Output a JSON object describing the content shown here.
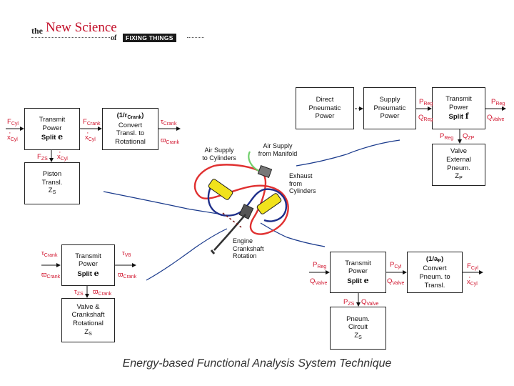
{
  "logo": {
    "the": "the",
    "new_science": "New Science",
    "of": "of",
    "fixing": "FIXING THINGS"
  },
  "caption": "Energy-based Functional Analysis System Technique",
  "boxes": {
    "tp1": {
      "l1": "Transmit",
      "l2": "Power",
      "l3": "Split",
      "sym": "e"
    },
    "conv1": {
      "l1": "(1/r",
      "l1sub": "Crank",
      "l1end": ")",
      "l2": "Convert",
      "l3": "Transl. to",
      "l4": "Rotational"
    },
    "piston": {
      "l1": "Piston",
      "l2": "Transl.",
      "l3": "Z",
      "l3sub": "S"
    },
    "direct": {
      "l1": "Direct",
      "l2": "Pneumatic",
      "l3": "Power"
    },
    "supply": {
      "l1": "Supply",
      "l2": "Pneumatic",
      "l3": "Power"
    },
    "tp2": {
      "l1": "Transmit",
      "l2": "Power",
      "l3": "Split",
      "sym": "f"
    },
    "valve": {
      "l1": "Valve",
      "l2": "External",
      "l3": "Pneum.",
      "l4": "Z",
      "l4sub": "P"
    },
    "tp3": {
      "l1": "Transmit",
      "l2": "Power",
      "l3": "Split",
      "sym": "e"
    },
    "valvecrank": {
      "l1": "Valve &",
      "l2": "Crankshaft",
      "l3": "Rotational",
      "l4": "Z",
      "l4sub": "S"
    },
    "tp4": {
      "l1": "Transmit",
      "l2": "Power",
      "l3": "Split",
      "sym": "e"
    },
    "conv2": {
      "l1": "(1/a",
      "l1sub": "P",
      "l1end": ")",
      "l2": "Convert",
      "l3": "Pneum. to",
      "l4": "Transl."
    },
    "pneucirc": {
      "l1": "Pneum.",
      "l2": "Circuit",
      "l3": "Z",
      "l3sub": "S"
    }
  },
  "vars": {
    "f_cyl": {
      "b": "F",
      "s": "Cyl"
    },
    "xd_cyl": {
      "b": "x",
      "s": "Cyl"
    },
    "f_crank": {
      "b": "F",
      "s": "Crank"
    },
    "xd_cyl2": {
      "b": "x",
      "s": "Cyl"
    },
    "tau_crank": {
      "b": "τ",
      "s": "Crank"
    },
    "w_crank": {
      "b": "ϖ",
      "s": "Crank"
    },
    "f_zs": {
      "b": "F",
      "s": "ZS"
    },
    "xd_cyl3": {
      "b": "x",
      "s": "Cyl"
    },
    "p_reg": {
      "b": "P",
      "s": "Reg"
    },
    "q_reg": {
      "b": "Q",
      "s": "Reg"
    },
    "p_reg2": {
      "b": "P",
      "s": "Reg"
    },
    "q_valve": {
      "b": "Q",
      "s": "Valve"
    },
    "p_reg3": {
      "b": "P",
      "s": "Reg"
    },
    "q_zp": {
      "b": "Q",
      "s": "ZP"
    },
    "tau_crank2": {
      "b": "τ",
      "s": "Crank"
    },
    "w_crank2": {
      "b": "ϖ",
      "s": "Crank"
    },
    "tau_v8": {
      "b": "τ",
      "s": "V8"
    },
    "w_crank3": {
      "b": "ϖ",
      "s": "Crank"
    },
    "tau_zs": {
      "b": "τ",
      "s": "ZS"
    },
    "w_crank4": {
      "b": "ϖ",
      "s": "Crank"
    },
    "p_reg4": {
      "b": "P",
      "s": "Reg"
    },
    "q_valve2": {
      "b": "Q",
      "s": "Valve"
    },
    "p_cyl": {
      "b": "P",
      "s": "Cyl"
    },
    "q_valve3": {
      "b": "Q",
      "s": "Valve"
    },
    "f_cyl2": {
      "b": "F",
      "s": "Cyl"
    },
    "xd_cyl4": {
      "b": "x",
      "s": "Cyl"
    },
    "p_zs": {
      "b": "P",
      "s": "ZS"
    },
    "q_valve4": {
      "b": "Q",
      "s": "Valve"
    }
  },
  "labels": {
    "air_cyl": [
      "Air Supply",
      "to Cylinders"
    ],
    "air_man": [
      "Air Supply",
      "from Manifold"
    ],
    "exhaust": [
      "Exhaust",
      "from",
      "Cylinders"
    ],
    "engine": [
      "Engine",
      "Crankshaft",
      "Rotation"
    ]
  },
  "colors": {
    "accent": "#d0122b",
    "blue_link": "#1a3a8c",
    "engine_yellow": "#f1e21b",
    "hose_red": "#e03030",
    "hose_blue": "#1e2f8a",
    "hose_green": "#6fcf6a"
  }
}
